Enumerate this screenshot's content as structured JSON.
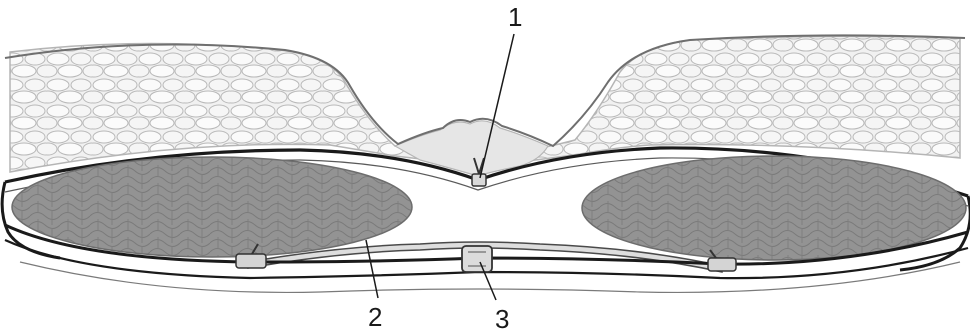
{
  "labels": {
    "one": "1",
    "two": "2",
    "three": "3"
  },
  "colors": {
    "skin_line": "#1a1a1a",
    "fat_fill": "#efefef",
    "fat_cell_stroke": "#b8b8b8",
    "muscle_fill": "#8e8e8e",
    "muscle_stroke": "#6e6e6e",
    "plate_fill": "#dcdcdc"
  }
}
